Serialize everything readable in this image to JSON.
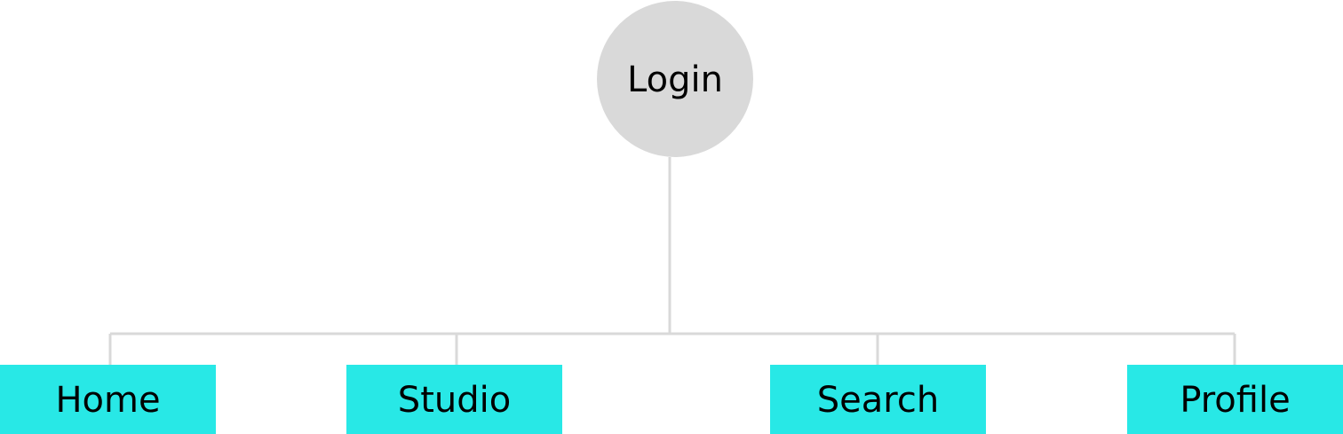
{
  "root": {
    "label": "Login",
    "color": "#d9d9d9"
  },
  "children": [
    {
      "label": "Home"
    },
    {
      "label": "Studio"
    },
    {
      "label": "Search"
    },
    {
      "label": "Profile"
    }
  ],
  "colors": {
    "child_fill": "#28e8e6",
    "connector": "#d9d9d9",
    "text": "#000000"
  }
}
